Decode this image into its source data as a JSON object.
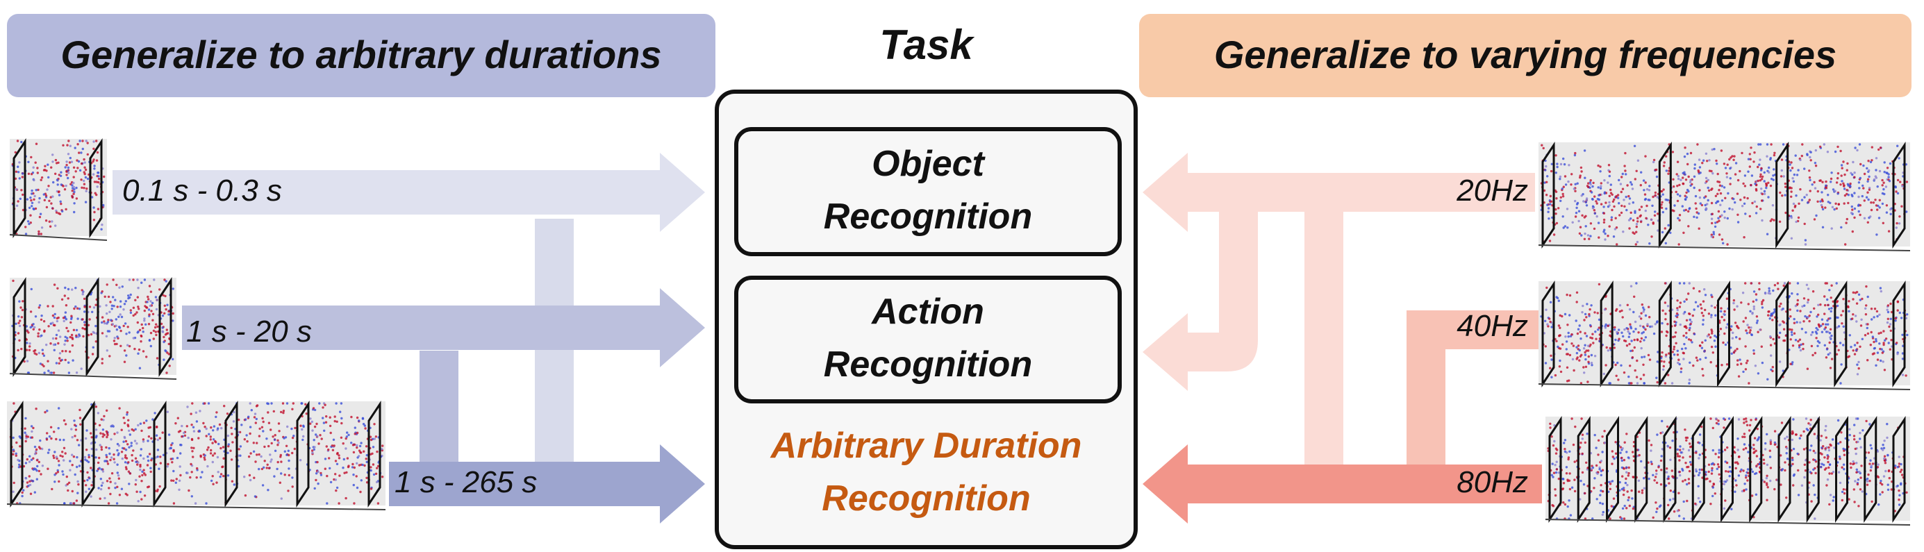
{
  "header_left": {
    "text": "Generalize to arbitrary durations",
    "color": "#b4b9dc"
  },
  "header_right": {
    "text": "Generalize to varying frequencies",
    "color": "#f8caa8"
  },
  "task": {
    "title": "Task",
    "items": [
      {
        "line1": "Object",
        "line2": "Recognition"
      },
      {
        "line1": "Action",
        "line2": "Recognition"
      },
      {
        "line1": "Arbitrary Duration",
        "line2": "Recognition",
        "color": "#c55a11"
      }
    ]
  },
  "durations": [
    {
      "label": "0.1 s - 0.3 s",
      "color": "#dfe1ef"
    },
    {
      "label": "1 s - 20 s",
      "color": "#bcc0dd"
    },
    {
      "label": "1 s - 265 s",
      "color": "#9da5cf"
    }
  ],
  "frequencies": [
    {
      "label": "20Hz",
      "color": "#fbdcd6"
    },
    {
      "label": "40Hz",
      "color": "#f8c2b5"
    },
    {
      "label": "80Hz",
      "color": "#f2958a"
    }
  ],
  "event_colors": {
    "positive": "#c0102d",
    "negative": "#3b4fd8"
  }
}
